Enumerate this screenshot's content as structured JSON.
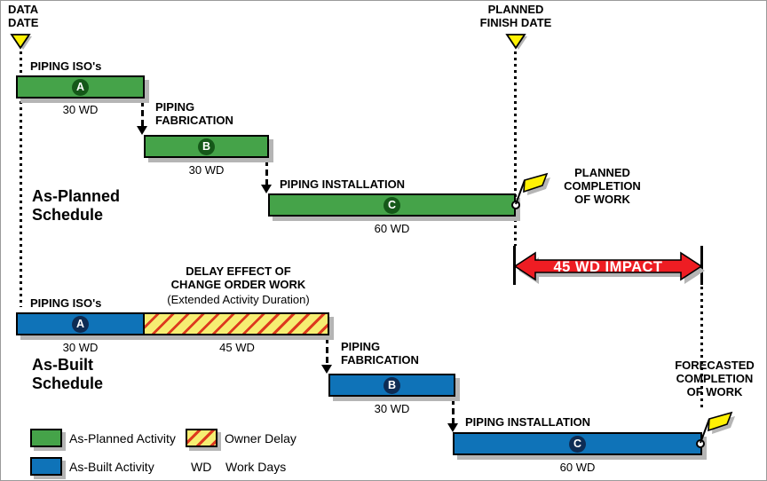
{
  "colors": {
    "as_planned_green": "#45A349",
    "as_built_blue": "#0F73B8",
    "owner_delay_yellow": "#F6EE72",
    "owner_delay_stripe": "#DD3A1E",
    "impact_red": "#EE1D23",
    "milestone_yellow": "#FFF104",
    "planned_circle": "#155819",
    "built_circle": "#0E2C54",
    "shadow_gray": "#B5B5B5"
  },
  "markers": {
    "data_date": "DATA\nDATE",
    "planned_finish": "PLANNED\nFINISH DATE"
  },
  "as_planned": {
    "section_label": "As-Planned\nSchedule",
    "completion": "PLANNED\nCOMPLETION\nOF WORK",
    "activities": [
      {
        "letter": "A",
        "name": "PIPING ISO's",
        "duration": "30 WD"
      },
      {
        "letter": "B",
        "name": "PIPING\nFABRICATION",
        "duration": "30 WD"
      },
      {
        "letter": "C",
        "name": "PIPING INSTALLATION",
        "duration": "60 WD"
      }
    ]
  },
  "impact": {
    "label": "45 WD IMPACT"
  },
  "as_built": {
    "section_label": "As-Built\nSchedule",
    "completion": "FORECASTED\nCOMPLETION\nOF WORK",
    "delay_title": "DELAY EFFECT OF\nCHANGE ORDER WORK",
    "delay_subtitle": "(Extended Activity Duration)",
    "activities": [
      {
        "letter": "A",
        "name": "PIPING ISO's",
        "duration": "30 WD",
        "delay_duration": "45 WD"
      },
      {
        "letter": "B",
        "name": "PIPING\nFABRICATION",
        "duration": "30 WD"
      },
      {
        "letter": "C",
        "name": "PIPING INSTALLATION",
        "duration": "60 WD"
      }
    ]
  },
  "legend": {
    "as_planned": "As-Planned Activity",
    "as_built": "As-Built Activity",
    "owner_delay": "Owner Delay",
    "wd_abbr": "WD",
    "wd_label": "Work Days"
  }
}
